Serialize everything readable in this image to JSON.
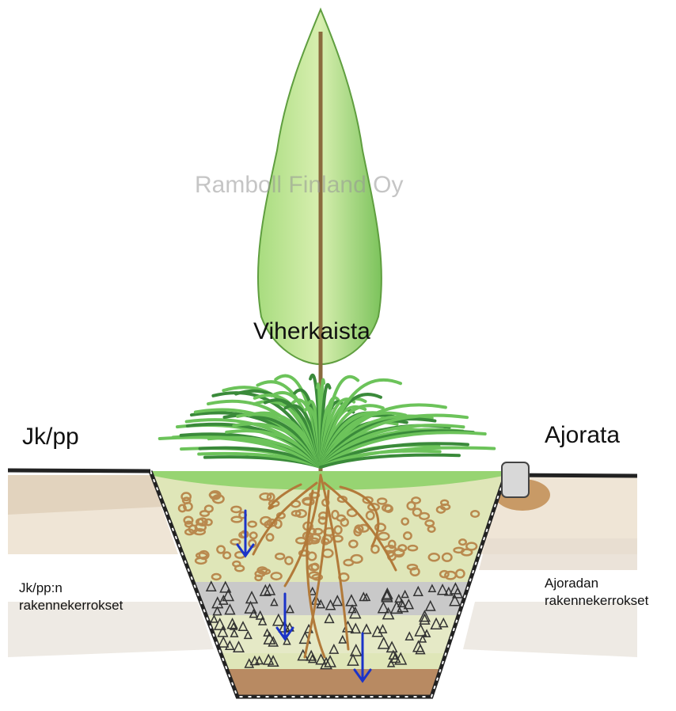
{
  "labels": {
    "watermark": "Ramboll Finland Oy",
    "green_strip": "Viherkaista",
    "left_surface": "Jk/pp",
    "right_surface": "Ajorata",
    "left_layers_line1": "Jk/pp:n",
    "left_layers_line2": "rakennekerrokset",
    "right_layers_line1": "Ajoradan",
    "right_layers_line2": "rakennekerrokset"
  },
  "colors": {
    "tree_green": "#8fcf6a",
    "grass_green": "#5dbb5a",
    "soil_fill": "#dfe6b8",
    "stones": "#b9894e",
    "gravel_band": "#c9c9c9",
    "bottom_sand": "#b88a62",
    "arrow_blue": "#1b33c9",
    "road_line": "#222222"
  },
  "icons": {
    "curb": "curb-stone-icon",
    "arrows": "water-flow-arrow-icon"
  }
}
